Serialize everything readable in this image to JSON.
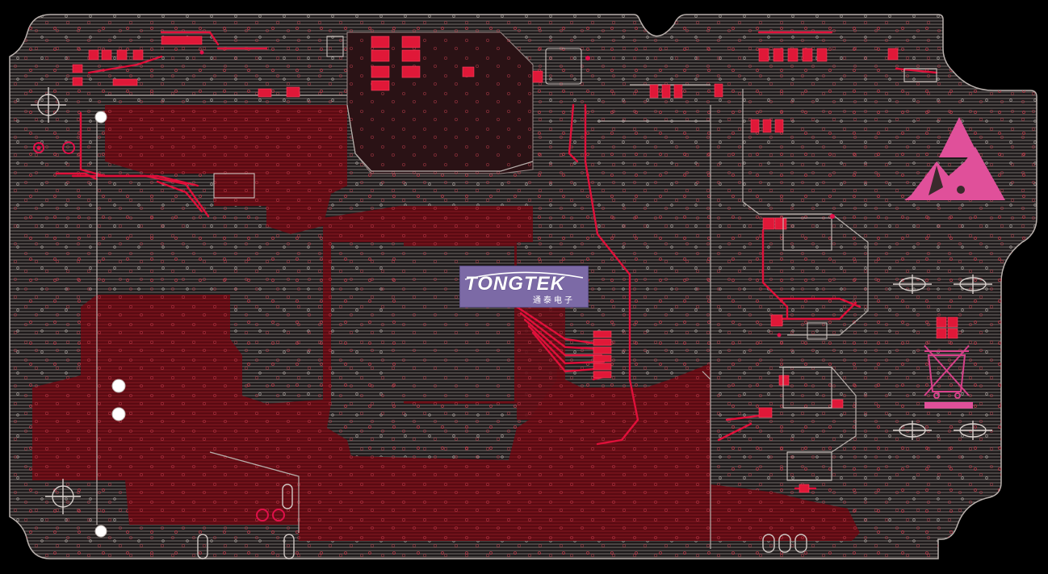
{
  "logo": {
    "brand": "TONGTEK",
    "subtitle": "通泰电子"
  },
  "colors": {
    "background": "#000000",
    "board_base": "#2a2425",
    "trace_grey": "#8a8280",
    "copper_red": "#7a1018",
    "trace_red": "#e0103a",
    "pad_grey": "#a8a09a",
    "esd_magenta": "#e0509a",
    "logo_purple": "#7c6aa6"
  },
  "icons": [
    "esd-warning-icon",
    "weee-bin-icon",
    "fiducial-marker-icon",
    "tongtek-logo"
  ]
}
